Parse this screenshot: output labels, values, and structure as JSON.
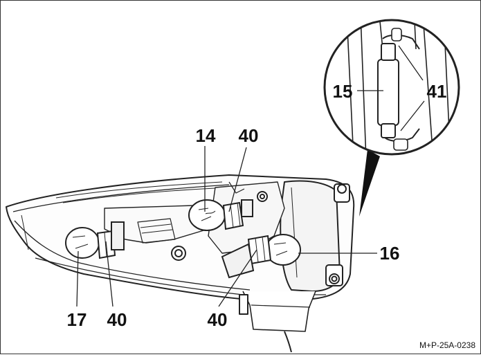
{
  "figure": {
    "reference_code": "M+P-25A-0238",
    "callouts": {
      "bulb_14": "14",
      "socket_40_top": "40",
      "bulb_15": "15",
      "clip_41": "41",
      "bulb_16": "16",
      "bulb_17": "17",
      "socket_40_left": "40",
      "socket_40_bottom": "40"
    }
  }
}
